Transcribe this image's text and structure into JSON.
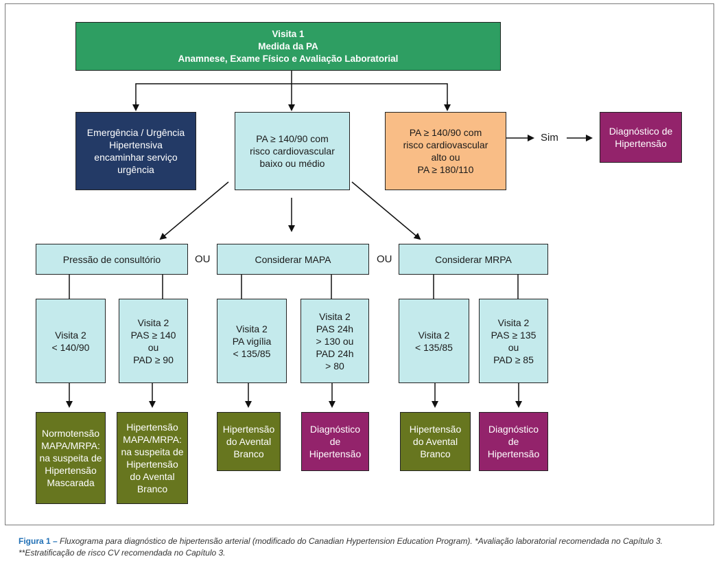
{
  "diagram": {
    "visit1": {
      "line1": "Visita 1",
      "line2": "Medida da PA",
      "line3": "Anamnese, Exame Físico e Avaliação Laboratorial"
    },
    "emergency": "Emergência / Urgência\nHipertensiva\nencaminhar serviço\nurgência",
    "low_risk": "PA  ≥ 140/90 com\nrisco cardiovascular\nbaixo ou médio",
    "high_risk": "PA  ≥ 140/90 com\nrisco cardiovascular\nalto ou\nPA  ≥  180/110",
    "sim_label": "Sim",
    "diagnosis_top": "Diagnóstico de\nHipertensão",
    "or_label": "OU",
    "office": "Pressão de consultório",
    "mapa": "Considerar MAPA",
    "mrpa": "Considerar MRPA",
    "office_v2a": "Visita 2\n< 140/90",
    "office_v2b": "Visita 2\nPAS  ≥  140\nou\nPAD ≥   90",
    "mapa_v2a": "Visita 2\nPA vigília\n< 135/85",
    "mapa_v2b": "Visita 2\nPAS 24h\n> 130 ou\nPAD 24h\n> 80",
    "mrpa_v2a": "Visita 2\n< 135/85",
    "mrpa_v2b": "Visita 2\nPAS  ≥  135\nou\nPAD ≥   85",
    "out_normo": "Normotensão\nMAPA/MRPA:\nna suspeita de\nHipertensão\nMascarada",
    "out_htn_mapa": "Hipertensão\nMAPA/MRPA:\nna suspeita de\nHipertensão\ndo Avental\nBranco",
    "out_wc1": "Hipertensão\ndo Avental\nBranco",
    "out_dx1": "Diagnóstico\nde\nHipertensão",
    "out_wc2": "Hipertensão\ndo Avental\nBranco",
    "out_dx2": "Diagnóstico\nde\nHipertensão"
  },
  "caption": {
    "label": "Figura 1 –",
    "text": " Fluxograma para diagnóstico de hipertensão arterial (modificado do Canadian Hypertension Education Program). *Avaliação laboratorial recomendada no Capítulo 3. **Estratificação de risco CV recomendada no Capítulo 3."
  },
  "colors": {
    "green": "#2e9e62",
    "navy": "#233a66",
    "aqua": "#c4eaec",
    "peach": "#f9bd86",
    "plum": "#93236b",
    "olive": "#67761f",
    "caption_label": "#1f6fb5"
  }
}
